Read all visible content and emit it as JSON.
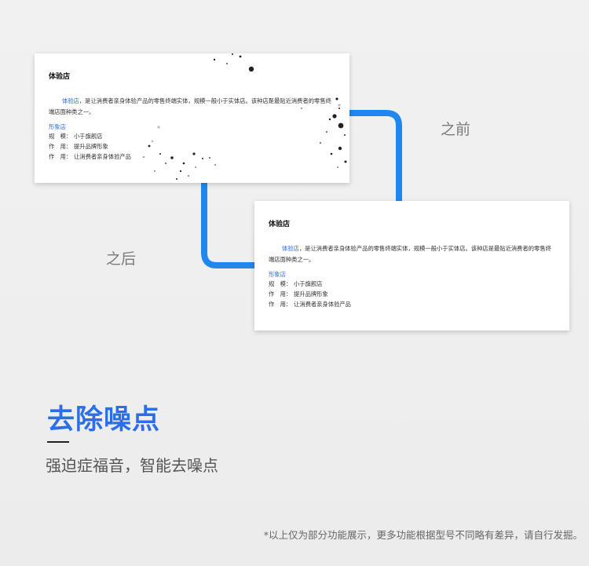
{
  "colors": {
    "accent": "#2b6fe8",
    "connector": "#1f87ee",
    "link_text": "#2f6fd1",
    "label_gray": "#7a7a7a"
  },
  "labels": {
    "before": "之前",
    "after": "之后"
  },
  "document": {
    "title": "体验店",
    "term": "体验店",
    "paragraph_rest": "，是让消费者亲身体验产品的零售终端实体，规模一般小于实体店。该种店是最贴近消费者的零售终端店面种类之一。",
    "subheading": "形象店",
    "specs": [
      {
        "key": "规　模：",
        "value": "小于旗舰店"
      },
      {
        "key": "作　用：",
        "value": "提升品牌形象"
      },
      {
        "key": "作　用：",
        "value": "让消费者亲身体验产品"
      }
    ]
  },
  "feature": {
    "title": "去除噪点",
    "subtitle": "强迫症福音，智能去噪点"
  },
  "footer": {
    "disclaimer": "*以上仅为部分功能展示，更多功能根据型号不同略有差异，请自行发掘。"
  }
}
